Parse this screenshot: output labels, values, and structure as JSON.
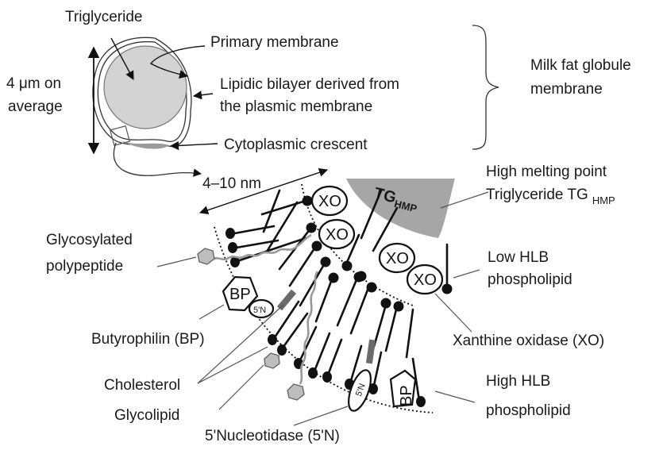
{
  "globule": {
    "triglyceride": "Triglyceride",
    "size_line1": "4 μm on",
    "size_line2": "average",
    "primary_membrane": "Primary membrane",
    "bilayer_line1": "Lipidic bilayer derived from",
    "bilayer_line2": "the plasmic membrane",
    "crescent": "Cytoplasmic crescent"
  },
  "mfgm": {
    "line1": "Milk fat globule",
    "line2": "membrane"
  },
  "detail": {
    "thickness": "4–10 nm",
    "tg_main": "TG",
    "tg_sub": "HMP",
    "hmp_line1": "High melting point",
    "hmp_line2": "Triglyceride TG",
    "hmp_sub": "HMP",
    "glyco_poly_line1": "Glycosylated",
    "glyco_poly_line2": "polypeptide",
    "low_hlb_line1": "Low HLB",
    "low_hlb_line2": "phospholipid",
    "butyrophilin": "Butyrophilin (BP)",
    "xanthine": "Xanthine  oxidase (XO)",
    "cholesterol": "Cholesterol",
    "high_hlb_line1": "High HLB",
    "high_hlb_line2": "phospholipid",
    "glycolipid": "Glycolipid",
    "nucleotidase": "5'Nucleotidase (5'N)"
  },
  "enzymes": {
    "xo": "XO",
    "bp": "BP",
    "n5": "5'N"
  },
  "colors": {
    "core": "#d3d3d3",
    "tg_wedge": "#a6a6a6",
    "glyco": "#bdbdbd",
    "cholesterol": "#6b6b6b"
  }
}
